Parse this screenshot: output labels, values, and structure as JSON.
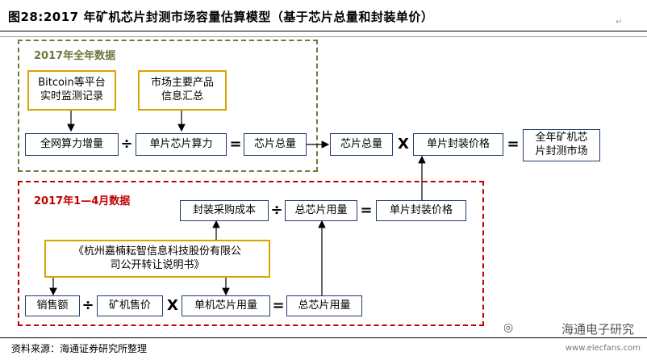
{
  "title": "图28:2017 年矿机芯片封测市场容量估算模型（基于芯片总量和封装单价）",
  "region_2017": {
    "label": "2017年全年数据"
  },
  "region_q1_q4": {
    "label": "2017年1—4月数据"
  },
  "boxes": {
    "bitcoin": "Bitcoin等平台\n实时监测记录",
    "market": "市场主要产品\n信息汇总",
    "hashrate_inc": "全网算力增量",
    "single_hash": "单片芯片算力",
    "total_chips": "芯片总量",
    "total_chips_out": "芯片总量",
    "unit_pkg_price": "单片封装价格",
    "market_size": "全年矿机芯\n片封测市场",
    "pkg_cost": "封装采购成本",
    "total_chip_use": "总芯片用量",
    "unit_pkg_price2": "单片封装价格",
    "prospectus": "《杭州嘉楠耘智信息科技股份有限公\n司公开转让说明书》",
    "sales": "销售额",
    "miner_price": "矿机售价",
    "chips_per_miner": "单机芯片用量",
    "total_chip_use2": "总芯片用量"
  },
  "operators": {
    "div": "÷",
    "eq": "=",
    "mul": "X"
  },
  "source": "资料来源：海通证券研究所整理",
  "watermark": "海通电子研究",
  "site": "www.elecfans.com",
  "colors": {
    "blue_border": "#1f3d6b",
    "gold_border": "#d9a400",
    "green_dash": "#6d7a3f",
    "red_dash": "#c00000"
  }
}
